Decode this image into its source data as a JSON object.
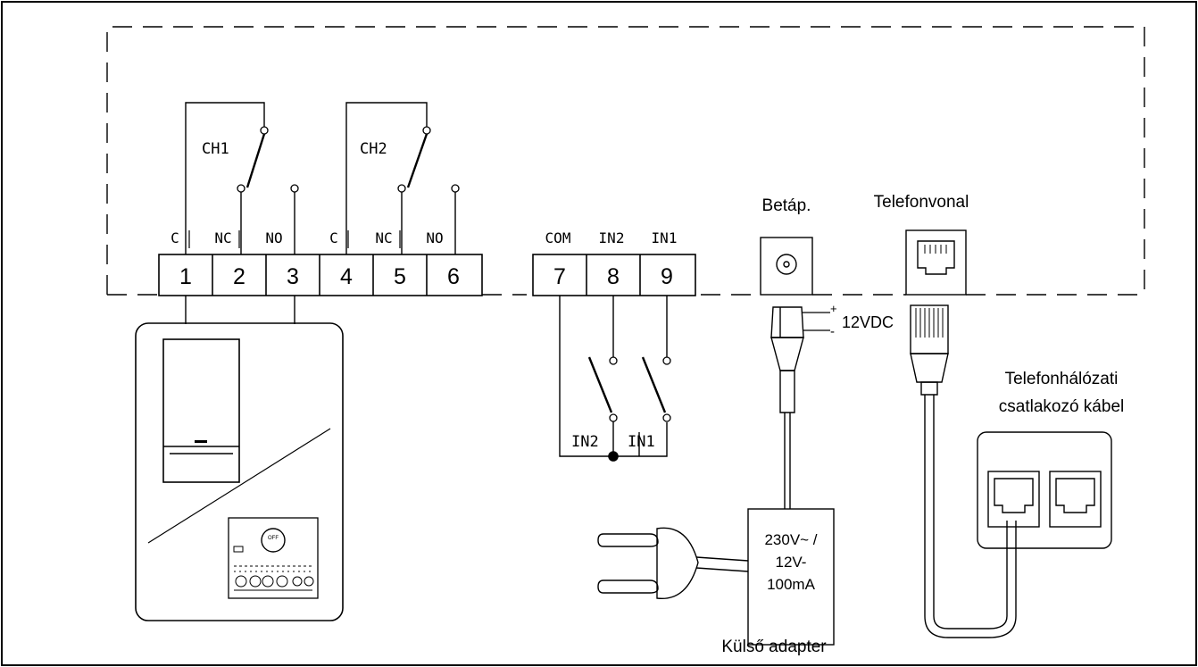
{
  "relay_terminals": {
    "header": [
      "C",
      "NC",
      "NO",
      "C",
      "NC",
      "NO"
    ],
    "numbers": [
      "1",
      "2",
      "3",
      "4",
      "5",
      "6"
    ]
  },
  "input_terminals": {
    "header": [
      "COM",
      "IN2",
      "IN1"
    ],
    "numbers": [
      "7",
      "8",
      "9"
    ]
  },
  "relays": {
    "ch1": "CH1",
    "ch2": "CH2"
  },
  "inputs": {
    "in2": "IN2",
    "in1": "IN1"
  },
  "power": {
    "label": "Betáp.",
    "voltage": "12VDC",
    "plus": "+",
    "minus": "-"
  },
  "phone": {
    "label": "Telefonvonal",
    "cable_label_line1": "Telefonhálózati",
    "cable_label_line2": "csatlakozó kábel"
  },
  "adapter": {
    "line1": "230V~ /",
    "line2": "12V-",
    "line3": "100mA",
    "caption": "Külső adapter"
  },
  "thermostat": {
    "knob": "OFF"
  }
}
